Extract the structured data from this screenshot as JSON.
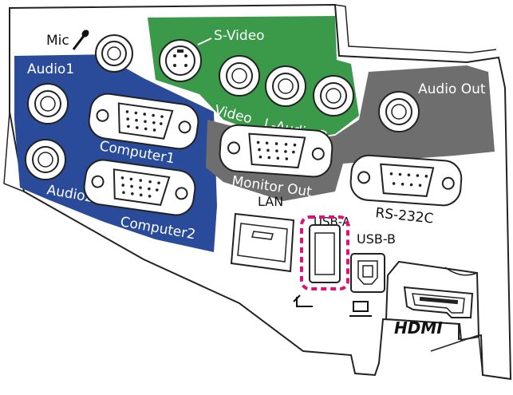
{
  "labels": {
    "mic": "Mic",
    "s_video": "S-Video",
    "audio1": "Audio1",
    "video": "Video",
    "l_audio_r": "L-Audio-R",
    "audio_out": "Audio Out",
    "computer1": "Computer1",
    "monitor_out": "Monitor Out",
    "audio2": "Audio2",
    "computer2": "Computer2",
    "rs232c": "RS-232C",
    "lan": "LAN",
    "usb_a": "USB-A",
    "usb_b": "USB-B",
    "hdmi": "HDMI"
  },
  "colors": {
    "blue_zone": "#2a4a9a",
    "green_zone": "#3a9a4a",
    "gray_zone": "#6e6e6e",
    "highlight": "#e0107a"
  },
  "icons": {
    "mic": "microphone-icon",
    "usb_a": "usb-a-port-icon",
    "usb_b": "usb-b-port-icon"
  }
}
